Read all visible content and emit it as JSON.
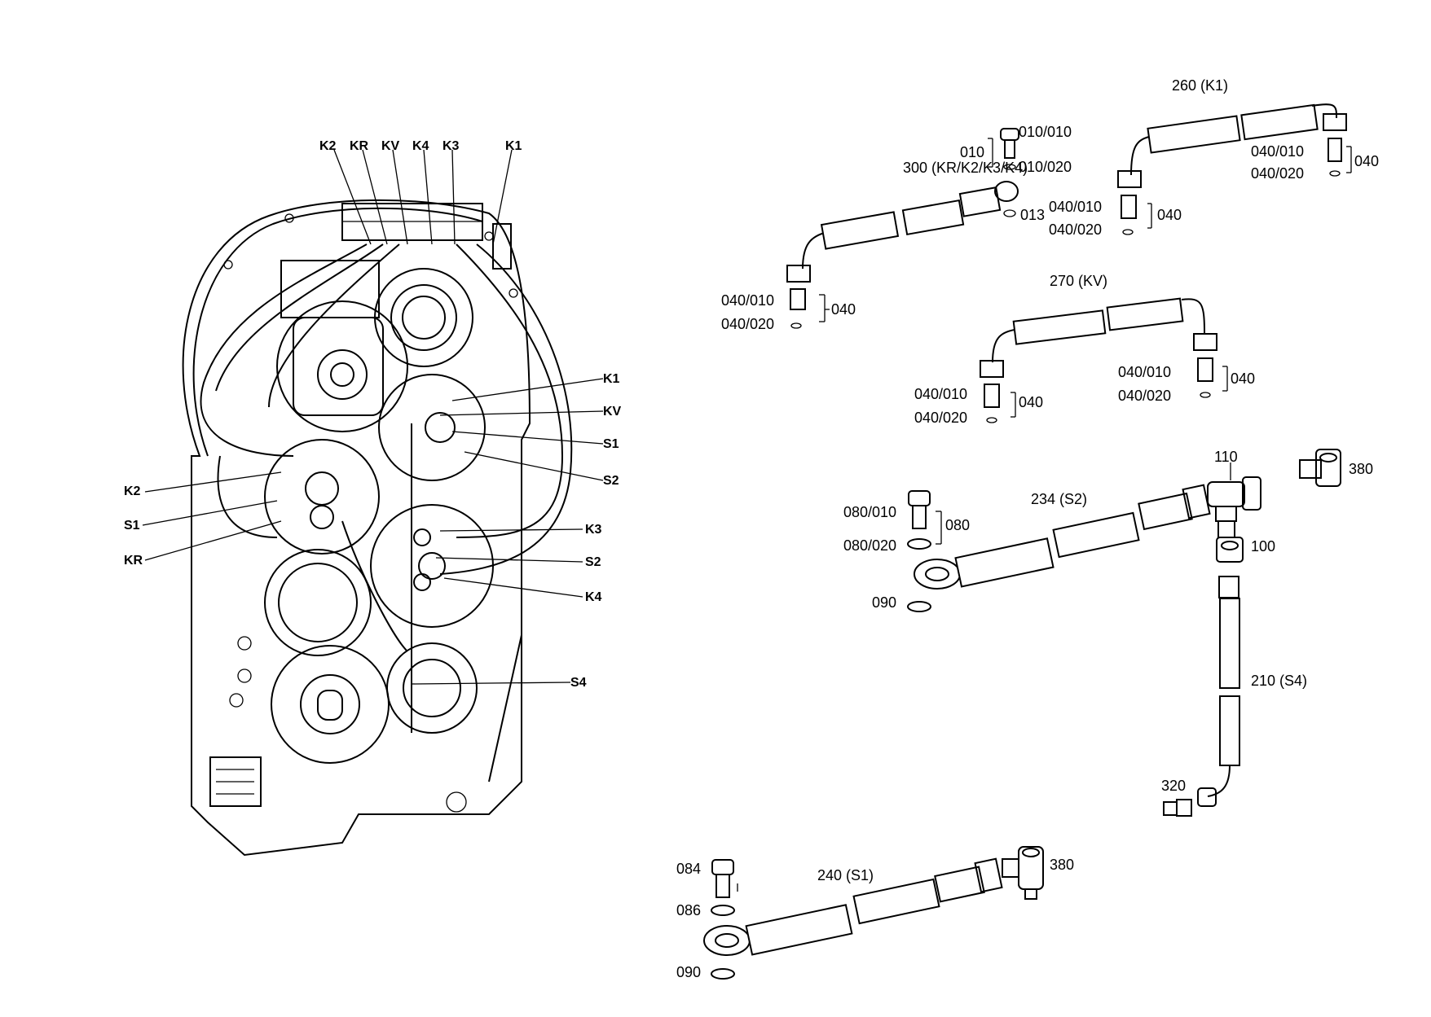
{
  "colors": {
    "ink": "#000000",
    "paper": "#ffffff"
  },
  "callouts": {
    "k2": "K2",
    "kr": "KR",
    "kv": "KV",
    "k4": "K4",
    "k3": "K3",
    "k1": "K1"
  },
  "side_labels": {
    "k1": "K1",
    "kv": "KV",
    "s1": "S1",
    "s2": "S2",
    "k2": "K2",
    "s1b": "S1",
    "kr": "KR",
    "k3": "K3",
    "s2b": "S2",
    "k4": "K4",
    "s4": "S4"
  },
  "parts": {
    "p260": "260 (K1)",
    "p300": "300 (KR/K2/K3/K4)",
    "p270": "270 (KV)",
    "p234": "234 (S2)",
    "p240": "240 (S1)",
    "p210": "210 (S4)",
    "p110": "110",
    "p100": "100",
    "p380a": "380",
    "p380b": "380",
    "p320": "320",
    "p013": "013",
    "p010": "010",
    "p010_010": "010/010",
    "p010_020": "010/020",
    "p080": "080",
    "p080_010": "080/010",
    "p080_020": "080/020",
    "p090a": "090",
    "p090b": "090",
    "p084": "084",
    "p086": "086",
    "g1_040": "040",
    "g1_a": "040/010",
    "g1_b": "040/020",
    "g2_040": "040",
    "g2_a": "040/010",
    "g2_b": "040/020",
    "g3_040": "040",
    "g3_a": "040/010",
    "g3_b": "040/020",
    "g4_040": "040",
    "g4_a": "040/010",
    "g4_b": "040/020",
    "g5_040": "040",
    "g5_a": "040/010",
    "g5_b": "040/020"
  }
}
